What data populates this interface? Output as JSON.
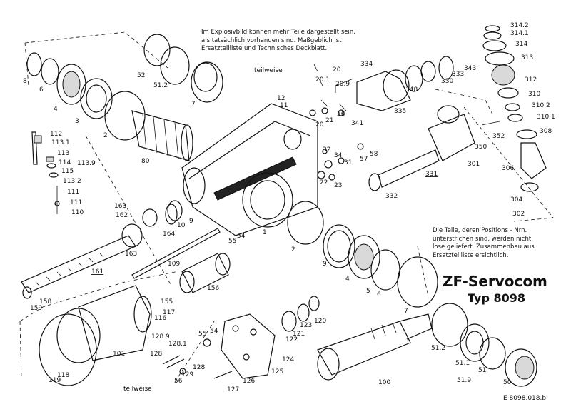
{
  "note_top": [
    "Im Explosivbild können mehr Teile dargestellt sein,",
    "als tatsächlich vorhanden sind. Maßgeblich ist",
    "Ersatzteilliste und Technisches Deckblatt."
  ],
  "note_right": [
    "Die Teile, deren Positions - Nrn.",
    "unterstrichen sind, werden nicht",
    "lose geliefert. Zusammenbau aus",
    "Ersatzteilliste ersichtlich."
  ],
  "title": "ZF-Servocom",
  "subtitle": "Typ 8098",
  "footer": "E 8098.018.b",
  "teilweise_top": "teilweise",
  "teilweise_bottom": "teilweise",
  "labels": {
    "p6": "6",
    "p5": "5",
    "p4": "4",
    "p3": "3",
    "p2": "2",
    "p80": "80",
    "p52": "52",
    "p51_2": "51.2",
    "p7": "7",
    "p20": "20",
    "p20_1": "20.1",
    "p20_9": "20.9",
    "p334": "334",
    "p11": "11",
    "p12": "12",
    "p56a": "56",
    "p21": "21",
    "p20b": "20",
    "p341": "341",
    "p348": "348",
    "p330": "330",
    "p333": "333",
    "p343": "343",
    "p335": "335",
    "p314_2": "314.2",
    "p314_1": "314.1",
    "p314": "314",
    "p313": "313",
    "p312": "312",
    "p310": "310",
    "p310_2": "310.2",
    "p310_1": "310.1",
    "p308": "308",
    "p352": "352",
    "p350": "350",
    "p301": "301",
    "p306": "306",
    "p304": "304",
    "p302": "302",
    "p331": "331",
    "p332": "332",
    "p57": "57",
    "p58": "58",
    "p32": "32",
    "p34": "34",
    "p31": "31",
    "p22": "22",
    "p23": "23",
    "p112": "112",
    "p113_1": "113.1",
    "p113": "113",
    "p114": "114",
    "p113_9": "113.9",
    "p115": "115",
    "p113_2": "113.2",
    "p111a": "111",
    "p111b": "111",
    "p110": "110",
    "p163a": "163",
    "p162": "162",
    "p164": "164",
    "p10": "10",
    "p9a": "9",
    "p1": "1",
    "p54": "54",
    "p55a": "55",
    "p163b": "163",
    "p161": "161",
    "p109": "109",
    "p2b": "2",
    "p9b": "9",
    "p4b": "4",
    "p5b": "5",
    "p6b": "6",
    "p158": "158",
    "p159": "159",
    "p155": "155",
    "p156": "156",
    "p117": "117",
    "p116": "116",
    "p120": "120",
    "p123": "123",
    "p121": "121",
    "p122": "122",
    "p128_9": "128.9",
    "p55b": "55",
    "p54b": "54",
    "p128_1": "128.1",
    "p128a": "128",
    "p128b": "128",
    "p129": "129",
    "p56b": "56",
    "p127": "127",
    "p126": "126",
    "p125": "125",
    "p124": "124",
    "p101": "101",
    "p118": "118",
    "p119": "119",
    "p100": "100",
    "p7b": "7",
    "p51_2b": "51.2",
    "p51_1": "51.1",
    "p51": "51",
    "p50": "50",
    "p51_9": "51.9",
    "p8": "8"
  }
}
